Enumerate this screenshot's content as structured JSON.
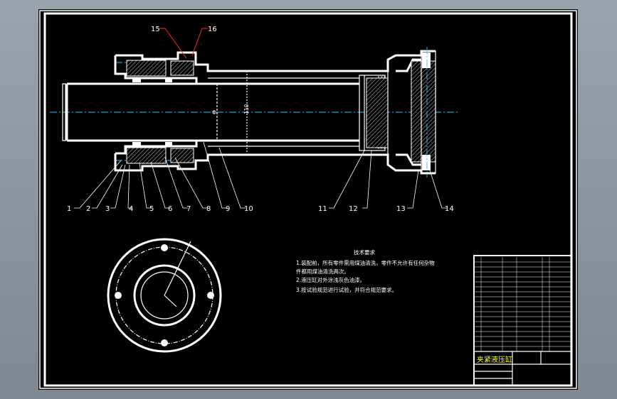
{
  "part_labels": [
    "1",
    "2",
    "3",
    "4",
    "5",
    "6",
    "7",
    "8",
    "9",
    "10",
    "11",
    "12",
    "13",
    "14",
    "15",
    "16"
  ],
  "technical_requirements": {
    "title": "技术要求",
    "lines": [
      "1.装配前，所有零件需用煤油清洗，零件不允许有任何杂物",
      "件都用煤油清洗两次。",
      "2.液压缸对外涂浅灰色油漆。",
      "3.按试验规范进行试验，并符合规范要求。"
    ]
  },
  "title_block": {
    "drawing_title": "夹紧液压缸"
  },
  "colors": {
    "sheet": "#000000",
    "lines": "#ffffff",
    "centerline": "#25c6f2",
    "leader_highlight": "#ff2a2a",
    "table_text": "#ffff33"
  }
}
